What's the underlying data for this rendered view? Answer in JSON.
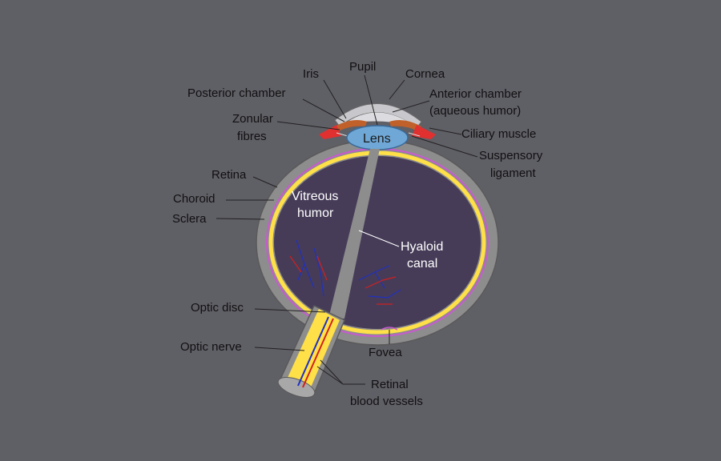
{
  "labels": {
    "iris": "Iris",
    "pupil": "Pupil",
    "cornea": "Cornea",
    "posterior_chamber": "Posterior chamber",
    "anterior_chamber_1": "Anterior chamber",
    "anterior_chamber_2": "(aqueous humor)",
    "zonular_1": "Zonular",
    "zonular_2": "fibres",
    "lens": "Lens",
    "ciliary_muscle": "Ciliary muscle",
    "suspensory_1": "Suspensory",
    "suspensory_2": "ligament",
    "retina": "Retina",
    "choroid": "Choroid",
    "sclera": "Sclera",
    "vitreous_1": "Vitreous",
    "vitreous_2": "humor",
    "hyaloid_1": "Hyaloid",
    "hyaloid_2": "canal",
    "optic_disc": "Optic disc",
    "optic_nerve": "Optic nerve",
    "fovea": "Fovea",
    "retinal_1": "Retinal",
    "retinal_2": "blood vessels"
  },
  "colors": {
    "background": "#5f5f66",
    "sclera": "#8a8a8a",
    "choroid": "#c050c0",
    "retina": "#ffe040",
    "vitreous": "#463c58",
    "lens": "#6fa8d6",
    "iris": "#c0602a",
    "ciliary": "#e03030",
    "vessel_red": "#d02020",
    "vessel_blue": "#2030c0"
  }
}
